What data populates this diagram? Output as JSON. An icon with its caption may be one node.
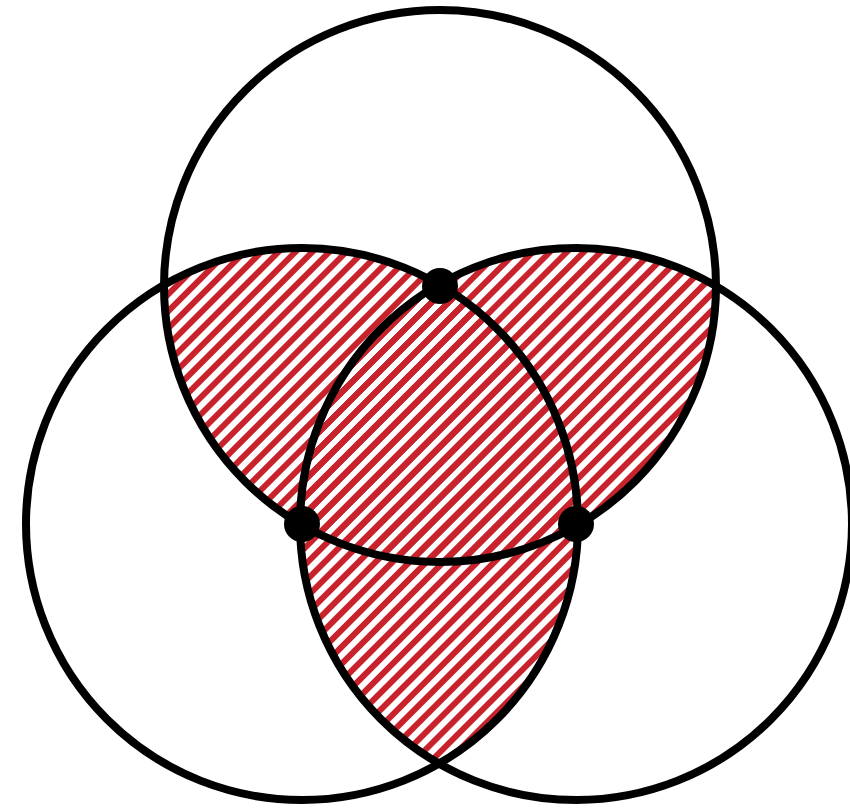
{
  "diagram": {
    "nodes": [
      {
        "text": [],
        "shape": "circle"
      },
      {
        "text": [],
        "shape": "circle"
      },
      {
        "text": [],
        "shape": "circle"
      },
      {
        "text": [],
        "shape": "dot"
      },
      {
        "text": [],
        "shape": "dot"
      },
      {
        "text": [],
        "shape": "dot"
      }
    ]
  }
}
